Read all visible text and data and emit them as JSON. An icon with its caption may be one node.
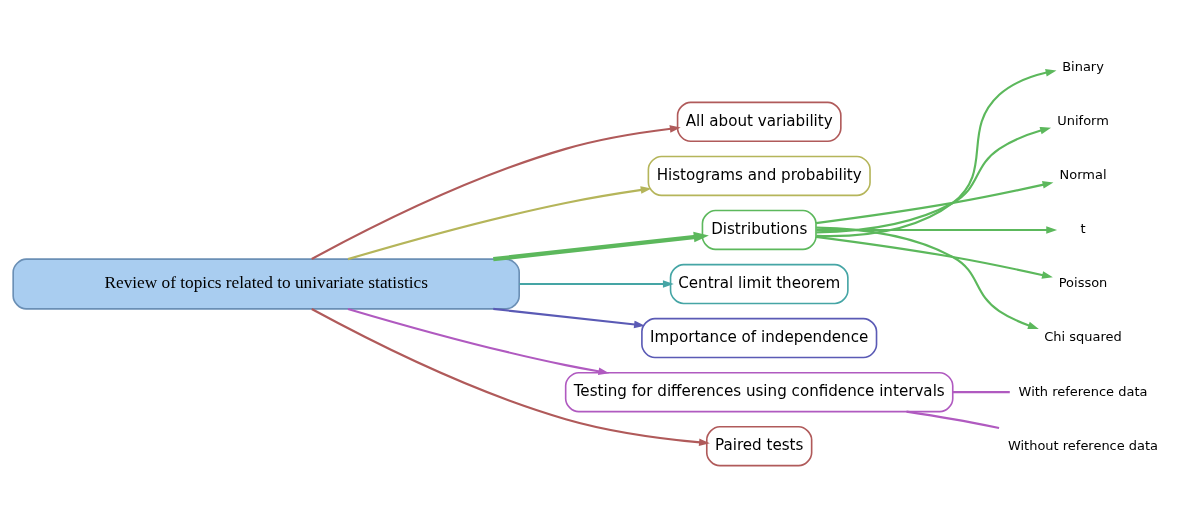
{
  "diagram": {
    "nodes": [
      {
        "text": [
          "Review of topics related to univariate statistics"
        ]
      },
      {
        "text": [
          "All about variability"
        ]
      },
      {
        "text": [
          "Histograms and probability"
        ]
      },
      {
        "text": [
          "Distributions"
        ]
      },
      {
        "text": [
          "Binary"
        ]
      },
      {
        "text": [
          "Uniform"
        ]
      },
      {
        "text": [
          "Normal"
        ]
      },
      {
        "text": [
          "t"
        ]
      },
      {
        "text": [
          "Poisson"
        ]
      },
      {
        "text": [
          "Chi squared"
        ]
      },
      {
        "text": [
          "Central limit theorem"
        ]
      },
      {
        "text": [
          "Importance of independence"
        ]
      },
      {
        "text": [
          "Testing for differences using confidence intervals"
        ]
      },
      {
        "text": [
          "With reference data"
        ]
      },
      {
        "text": [
          "Without reference data"
        ]
      },
      {
        "text": [
          "Paired tests"
        ]
      }
    ],
    "edges": [
      {
        "from": 0,
        "to": 1,
        "arrow": "to",
        "color": "#b05a5a"
      },
      {
        "from": 0,
        "to": 2,
        "arrow": "to",
        "color": "#b5b55a"
      },
      {
        "from": 0,
        "to": 3,
        "arrow": "to",
        "style": "thick",
        "color": "#5cb85c"
      },
      {
        "from": 3,
        "to": 4,
        "arrow": "to",
        "color": "#5cb85c"
      },
      {
        "from": 3,
        "to": 5,
        "arrow": "to",
        "color": "#5cb85c"
      },
      {
        "from": 3,
        "to": 6,
        "arrow": "to",
        "color": "#5cb85c"
      },
      {
        "from": 3,
        "to": 7,
        "arrow": "to",
        "color": "#5cb85c"
      },
      {
        "from": 3,
        "to": 8,
        "arrow": "to",
        "color": "#5cb85c"
      },
      {
        "from": 3,
        "to": 9,
        "arrow": "to",
        "color": "#5cb85c"
      },
      {
        "from": 0,
        "to": 10,
        "arrow": "to",
        "color": "#45a5a5"
      },
      {
        "from": 0,
        "to": 11,
        "arrow": "to",
        "color": "#5a5ab5"
      },
      {
        "from": 0,
        "to": 12,
        "arrow": "to",
        "color": "#b05ac0"
      },
      {
        "from": 12,
        "to": 13,
        "arrow": "none",
        "color": "#b05ac0"
      },
      {
        "from": 12,
        "to": 14,
        "arrow": "none",
        "color": "#b05ac0"
      },
      {
        "from": 0,
        "to": 15,
        "arrow": "to",
        "color": "#b05a5a"
      }
    ]
  }
}
